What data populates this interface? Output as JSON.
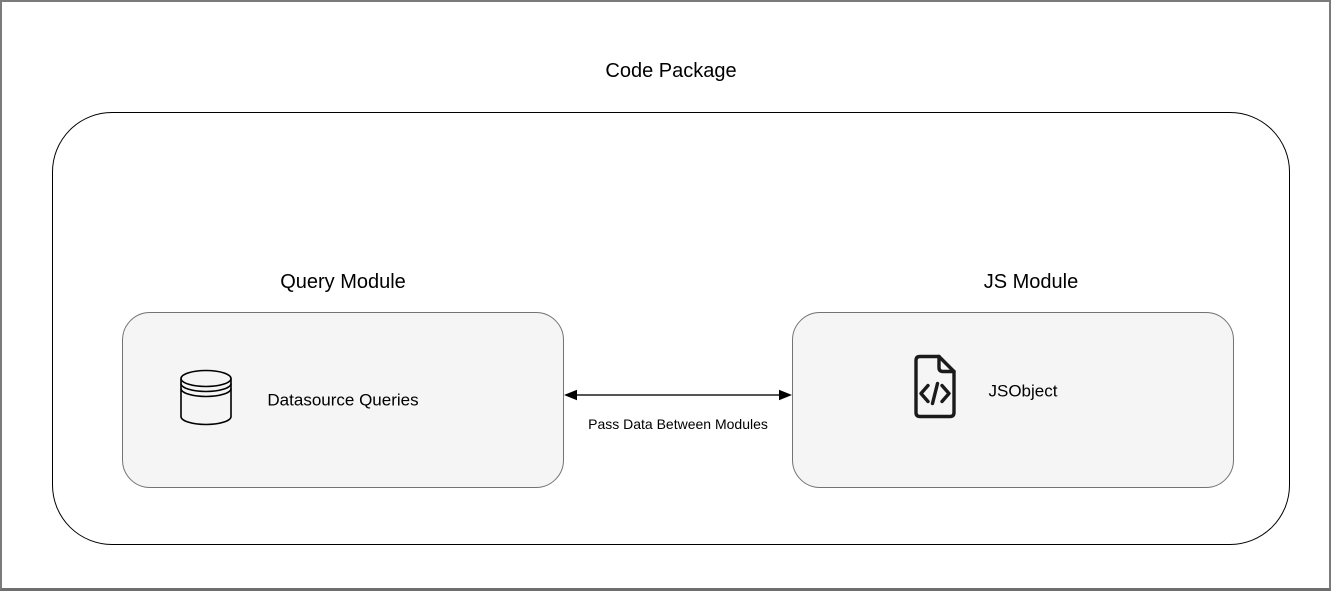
{
  "diagram": {
    "title": "Code Package",
    "modules": [
      {
        "title": "Query Module",
        "node_label": "Datasource Queries",
        "icon": "database-icon"
      },
      {
        "title": "JS Module",
        "node_label": "JSObject",
        "icon": "code-file-icon"
      }
    ],
    "connector": {
      "label": "Pass Data Between Modules",
      "type": "bidirectional-arrow"
    }
  },
  "colors": {
    "canvas_background": "#ffffff",
    "canvas_frame_border": "#7b7b7b",
    "package_border": "#000000",
    "module_fill": "#f5f5f5",
    "module_border": "#737373",
    "arrow": "#3d3d3d",
    "text": "#000000"
  }
}
